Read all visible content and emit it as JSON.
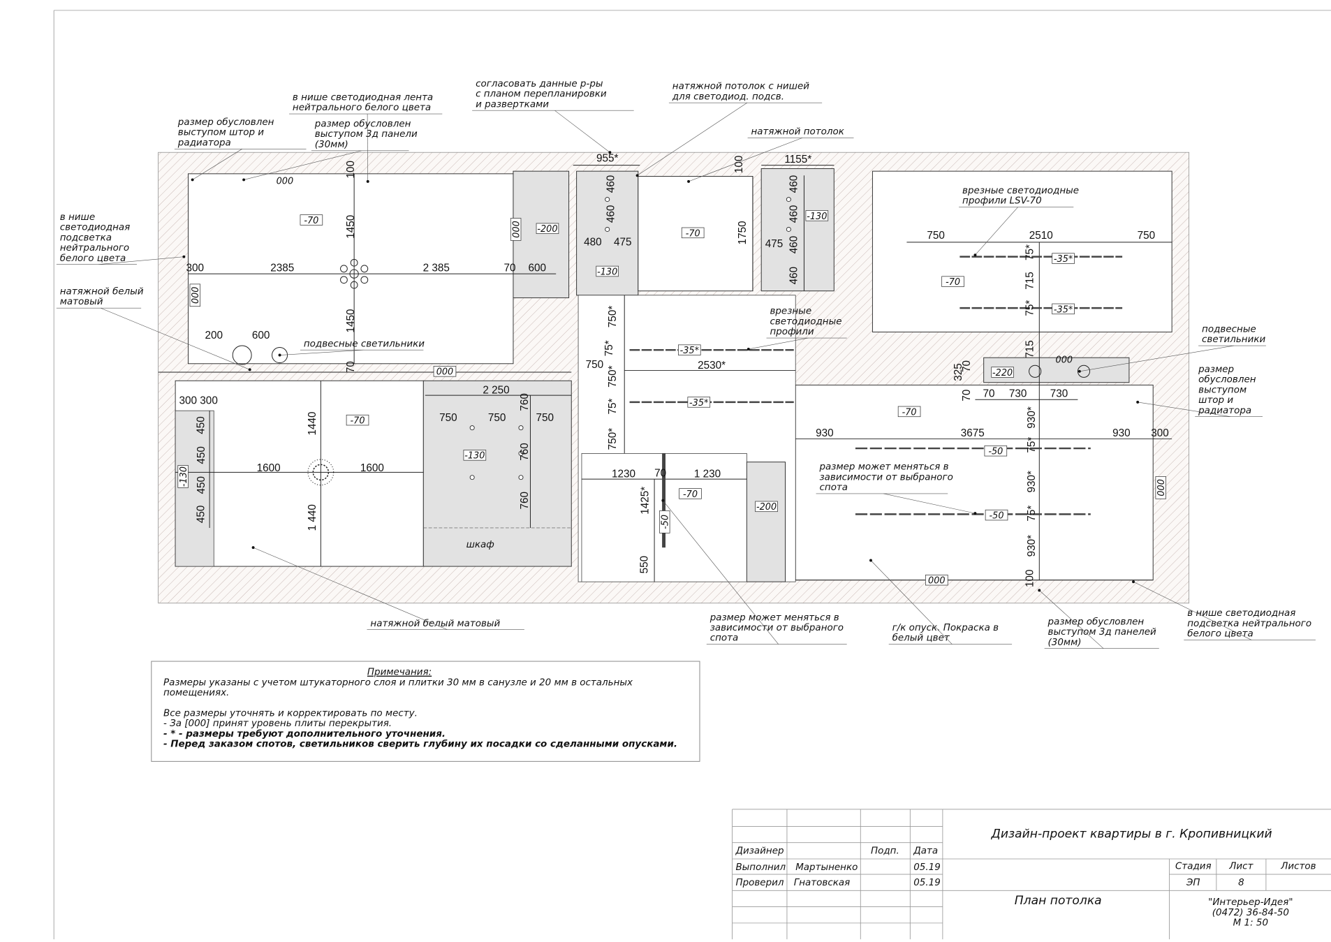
{
  "drawing": {
    "dimensions": [
      "955*",
      "1155*",
      "300",
      "2385",
      "2 385",
      "70",
      "600",
      "480",
      "475",
      "475",
      "750",
      "2510",
      "750",
      "200",
      "600",
      "70",
      "750",
      "2530*",
      "2 250",
      "300 300",
      "750",
      "750",
      "750",
      "1600",
      "1600",
      "1230",
      "70",
      "1 230",
      "70",
      "730",
      "730",
      "930",
      "3675",
      "930",
      "300",
      "100",
      "1450",
      "1450",
      "460",
      "460",
      "1750",
      "100",
      "460",
      "460",
      "460",
      "460",
      "750*",
      "75*",
      "750*",
      "75*",
      "750*",
      "1440",
      "1 440",
      "450",
      "450",
      "450",
      "450",
      "760",
      "760",
      "760",
      "1425*",
      "550",
      "75*",
      "715",
      "75*",
      "715",
      "325",
      "70",
      "70",
      "930*",
      "75*",
      "930*",
      "75*",
      "930*",
      "100"
    ],
    "levels": [
      "-70",
      "000",
      "000",
      "-200",
      "-130",
      "-70",
      "-130",
      "000",
      "-70",
      "000",
      "-130",
      "-130",
      "-35*",
      "-35*",
      "-70",
      "-50",
      "-200",
      "-70",
      "-220",
      "000",
      "-35*",
      "-35*",
      "-70",
      "-50",
      "-50",
      "000",
      "000"
    ],
    "wardrobe_label": "шкаф",
    "annotations": [
      {
        "lines": [
          "в нише светодиодная лента",
          "нейтрального белого цвета"
        ]
      },
      {
        "lines": [
          "размер обусловлен",
          "выступом штор и",
          "радиатора"
        ]
      },
      {
        "lines": [
          "размер обусловлен",
          "выступом 3д панели",
          "(30мм)"
        ]
      },
      {
        "lines": [
          "согласовать данные р-ры",
          "с планом перепланировки",
          "и развертками"
        ]
      },
      {
        "lines": [
          "натяжной потолок с нишей",
          "для светодиод. подсв."
        ]
      },
      {
        "lines": [
          "натяжной потолок"
        ]
      },
      {
        "lines": [
          "в нише",
          "светодиодная",
          "подсветка",
          "нейтрального",
          "белого цвета"
        ]
      },
      {
        "lines": [
          "натяжной белый",
          "матовый"
        ]
      },
      {
        "lines": [
          "подвесные светильники"
        ]
      },
      {
        "lines": [
          "врезные светодиодные",
          "профили LSV-70"
        ]
      },
      {
        "lines": [
          "врезные",
          "светодиодные",
          "профили"
        ]
      },
      {
        "lines": [
          "подвесные",
          "светильники"
        ]
      },
      {
        "lines": [
          "размер",
          "обусловлен",
          "выступом",
          "штор и",
          "радиатора"
        ]
      },
      {
        "lines": [
          "размер может меняться в",
          "зависимости от выбраного",
          "спота"
        ]
      },
      {
        "lines": [
          "натяжной белый матовый"
        ]
      },
      {
        "lines": [
          "размер может меняться в",
          "зависимости от выбраного",
          "спота"
        ]
      },
      {
        "lines": [
          "г/к опуск. Покраска в",
          "белый цвет"
        ]
      },
      {
        "lines": [
          "размер обусловлен",
          "выступом 3д панелей",
          "(30мм)"
        ]
      },
      {
        "lines": [
          "в нише светодиодная",
          "подсветка нейтрального",
          "белого цвета"
        ]
      }
    ]
  },
  "notes": {
    "title": "Примечания:",
    "lines": [
      "Размеры указаны с учетом штукаторного слоя и плитки 30 мм в санузле и 20 мм в остальных",
      "помещениях.",
      "",
      "Все размеры уточнять и корректировать по месту.",
      "- За [000] принят уровень плиты перекрытия.",
      "- * - размеры требуют дополнительного уточнения.",
      "- Перед заказом спотов, светильников сверить глубину их посадки со сделанными опусками."
    ]
  },
  "title_block": {
    "project": "Дизайн-проект квартиры в г. Кропивницкий",
    "sheet_name": "План потолка",
    "designer_label": "Дизайнер",
    "sign_label": "Подп.",
    "date_label": "Дата",
    "rows": [
      {
        "role": "Выполнил",
        "name": "Мартыненко",
        "date": "05.19"
      },
      {
        "role": "Проверил",
        "name": "Гнатовская",
        "date": "05.19"
      }
    ],
    "stage_label": "Стадия",
    "sheet_label": "Лист",
    "sheets_label": "Листов",
    "stage": "ЭП",
    "sheet": "8",
    "company": "\"Интерьер-Идея\"",
    "phone": "(0472) 36-84-50",
    "scale": "М 1: 50"
  }
}
